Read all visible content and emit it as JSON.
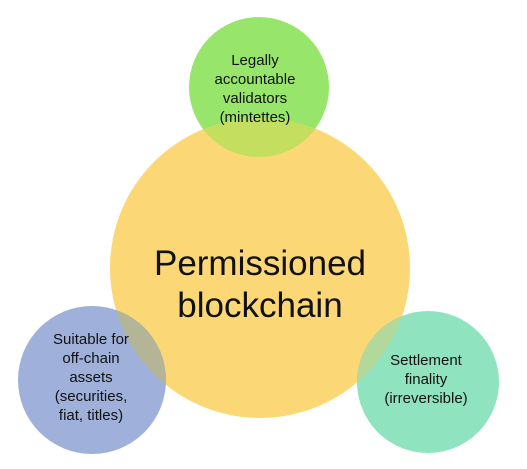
{
  "diagram": {
    "center": {
      "lines": [
        "Permissioned",
        "blockchain"
      ],
      "color": "#FBD776"
    },
    "top": {
      "lines": [
        "Legally",
        "accountable",
        "validators",
        "(mintettes)"
      ],
      "color": "#97E66B",
      "overlap_color": "#C4DF5F"
    },
    "left": {
      "lines": [
        "Suitable for",
        "off-chain",
        "assets",
        "(securities,",
        "fiat, titles)"
      ],
      "color": "#9FB1DA",
      "overlap_color": "#B4B596"
    },
    "right": {
      "lines": [
        "Settlement",
        "finality",
        "(irreversible)"
      ],
      "color": "#90E3BF",
      "overlap_color": "#B3D89C"
    }
  }
}
